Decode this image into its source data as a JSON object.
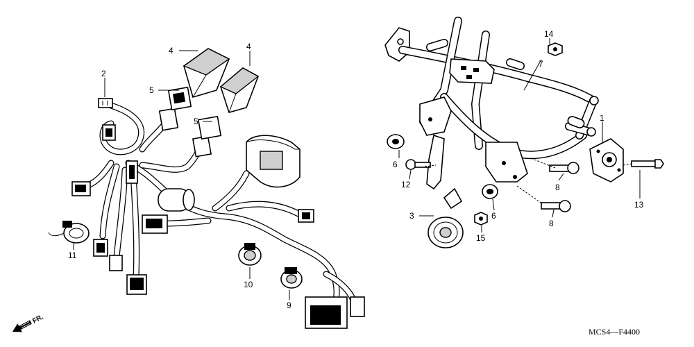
{
  "diagram": {
    "code": "MCS4—F4400",
    "direction_label": "FR.",
    "callouts": [
      {
        "id": "c1",
        "label": "1"
      },
      {
        "id": "c2",
        "label": "2"
      },
      {
        "id": "c3",
        "label": "3"
      },
      {
        "id": "c4a",
        "label": "4"
      },
      {
        "id": "c4b",
        "label": "4"
      },
      {
        "id": "c5a",
        "label": "5"
      },
      {
        "id": "c5b",
        "label": "5"
      },
      {
        "id": "c6a",
        "label": "6"
      },
      {
        "id": "c6b",
        "label": "6"
      },
      {
        "id": "c7",
        "label": "7"
      },
      {
        "id": "c8a",
        "label": "8"
      },
      {
        "id": "c8b",
        "label": "8"
      },
      {
        "id": "c9",
        "label": "9"
      },
      {
        "id": "c10",
        "label": "10"
      },
      {
        "id": "c11",
        "label": "11"
      },
      {
        "id": "c12",
        "label": "12"
      },
      {
        "id": "c13",
        "label": "13"
      },
      {
        "id": "c14",
        "label": "14"
      },
      {
        "id": "c15",
        "label": "15"
      }
    ]
  }
}
